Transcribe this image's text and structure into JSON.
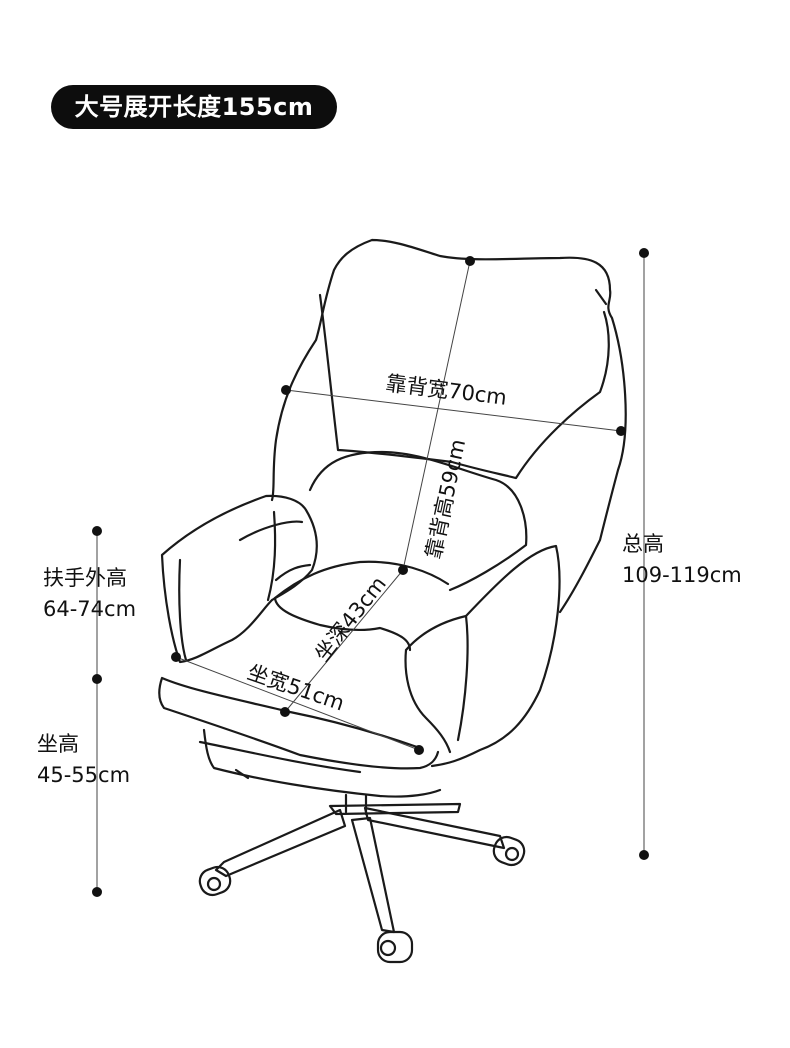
{
  "badge": "大号展开长度155cm",
  "dimensions": {
    "backrest_width": "靠背宽70cm",
    "backrest_height": "靠背高59cm",
    "seat_depth": "坐深43cm",
    "seat_width": "坐宽51cm"
  },
  "side_labels": {
    "armrest_title": "扶手外高",
    "armrest_value": "64-74cm",
    "seat_height_title": "坐高",
    "seat_height_value": "45-55cm",
    "total_height_title": "总高",
    "total_height_value": "109-119cm"
  }
}
